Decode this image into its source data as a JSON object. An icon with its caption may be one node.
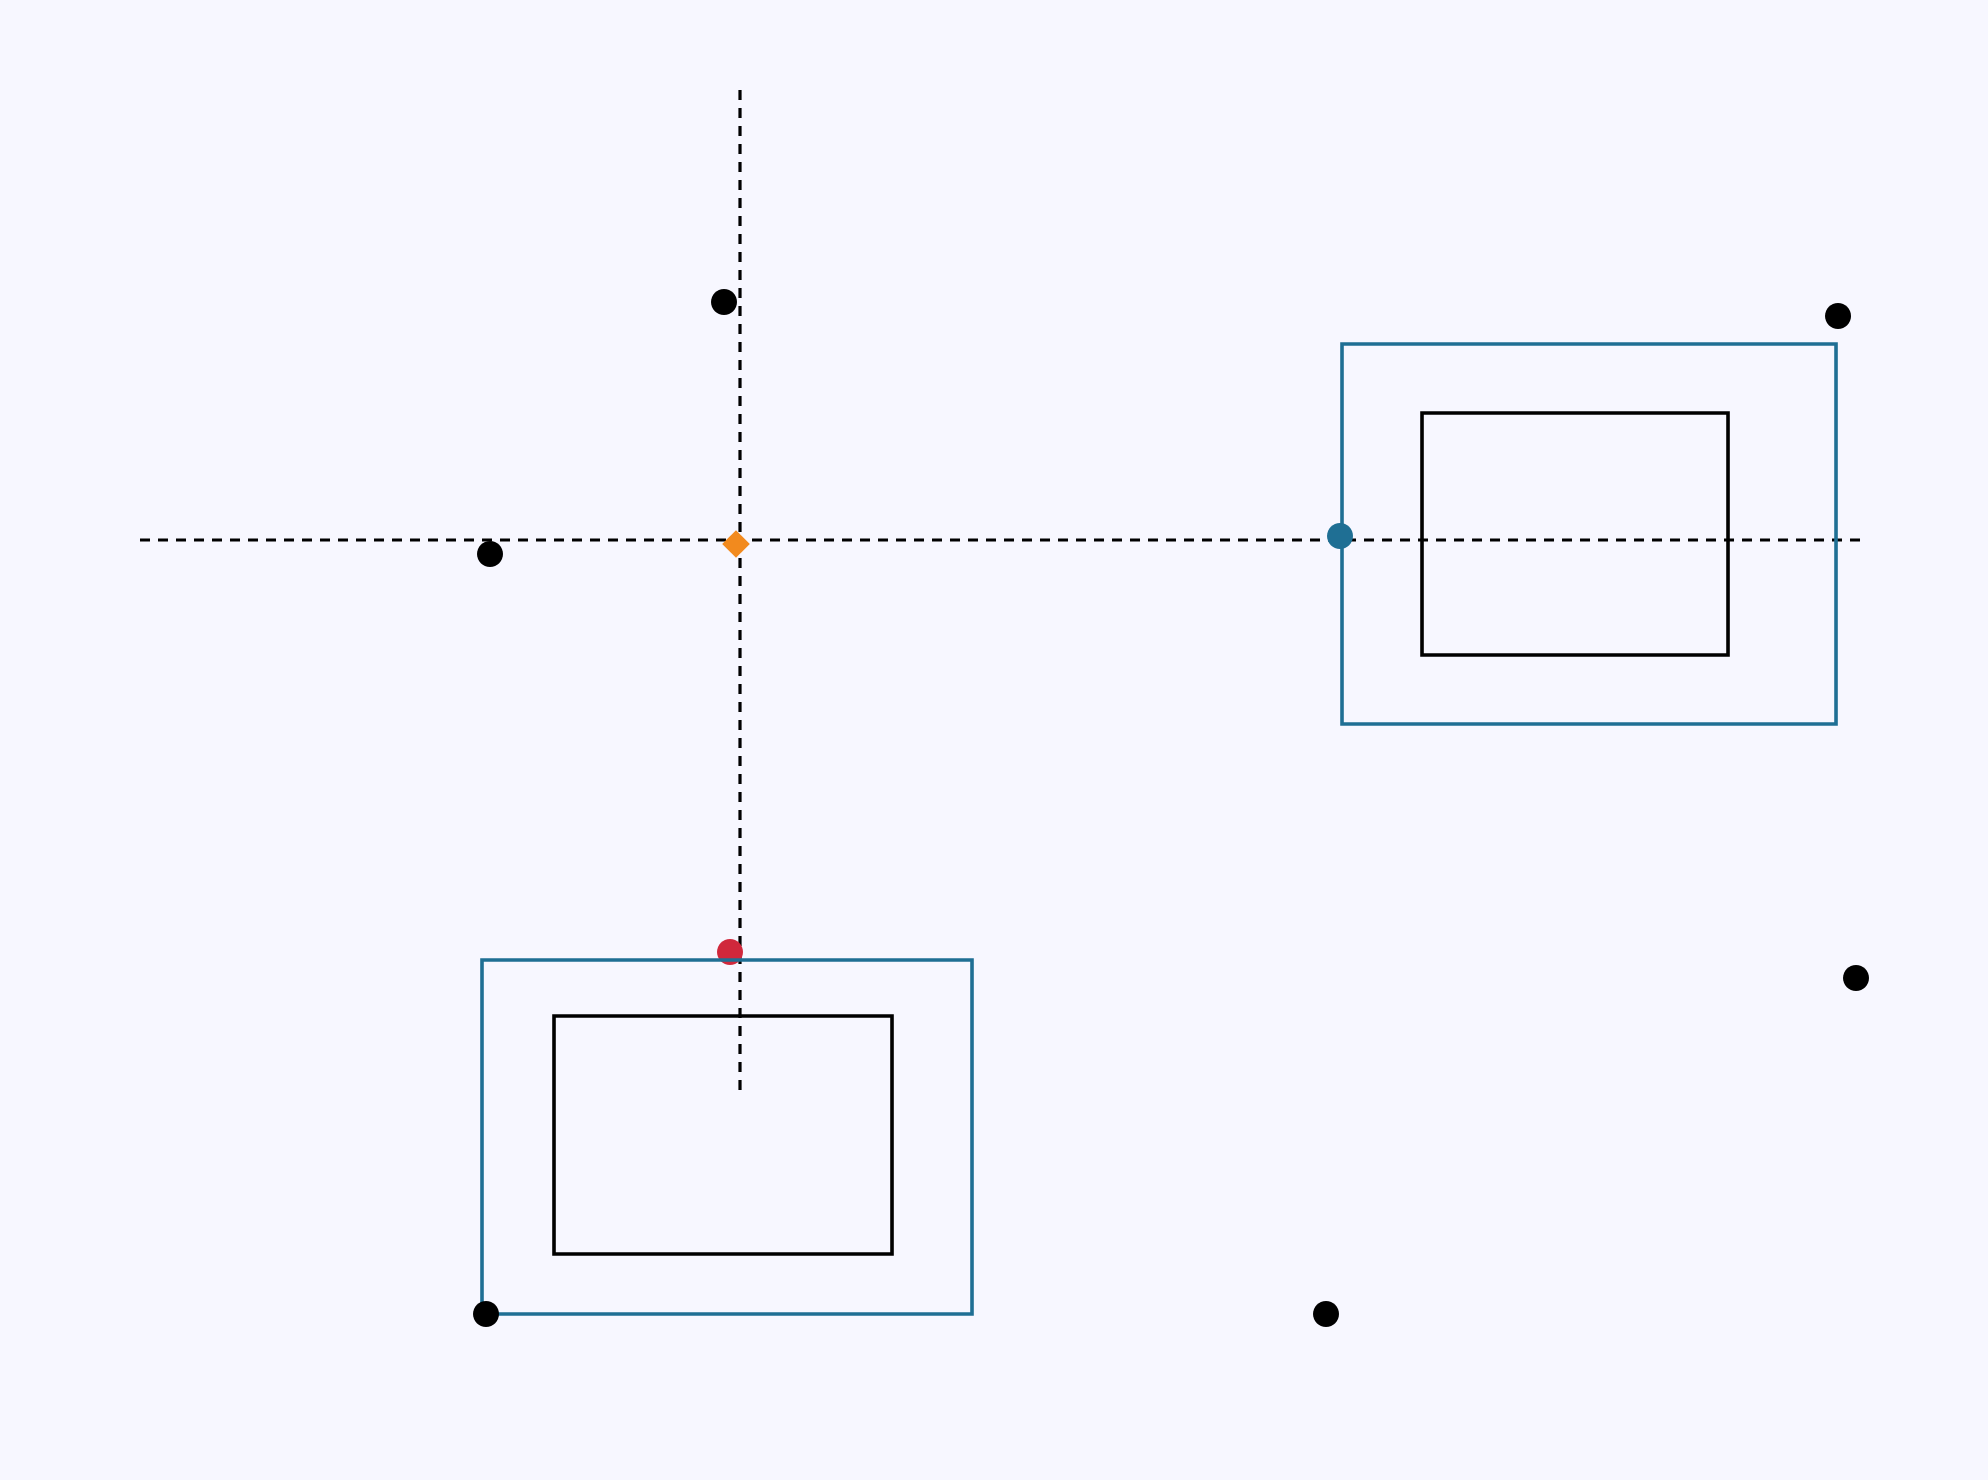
{
  "diagram": {
    "nodes": [
      {
        "text": [],
        "shape": "circle"
      },
      {
        "text": [],
        "shape": "circle"
      },
      {
        "text": [],
        "shape": "box"
      },
      {
        "text": [],
        "shape": "box",
        "in": 2
      },
      {
        "text": [],
        "shape": "circle"
      },
      {
        "text": [],
        "shape": "diamond"
      },
      {
        "text": [],
        "shape": "circle"
      },
      {
        "text": [],
        "shape": "circle"
      },
      {
        "text": [],
        "shape": "box"
      },
      {
        "text": [],
        "shape": "box",
        "in": 8
      },
      {
        "text": [],
        "shape": "circle"
      },
      {
        "text": [],
        "shape": "circle"
      },
      {
        "text": [],
        "shape": "circle"
      }
    ]
  }
}
